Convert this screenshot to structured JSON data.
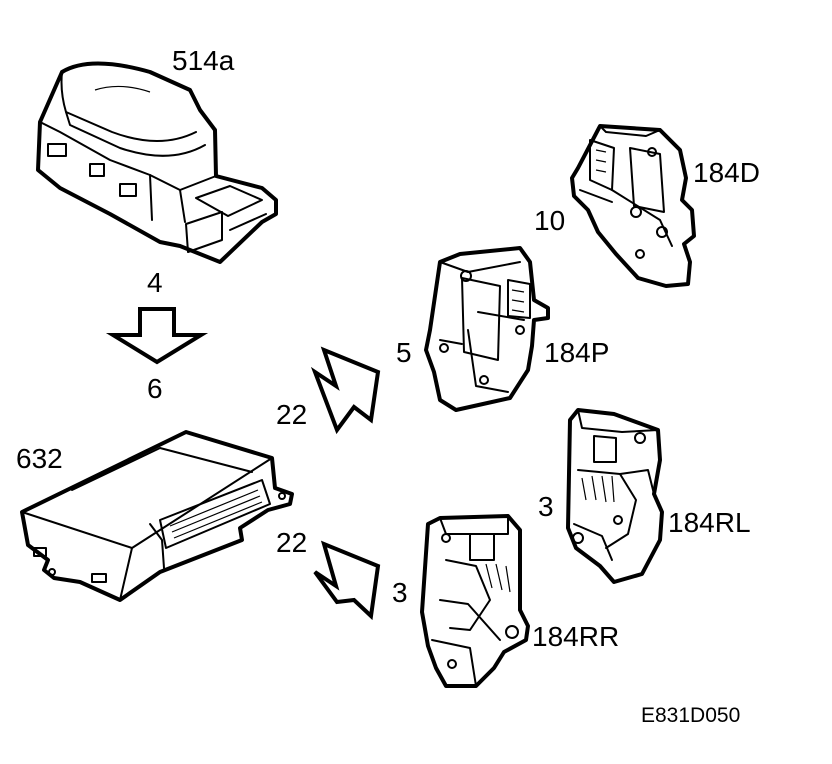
{
  "labels": {
    "switch_main": "514a",
    "flow_top": "4",
    "flow_bottom": "6",
    "module": "632",
    "connector_upper": "22",
    "connector_lower": "22",
    "pins_184d": "10",
    "part_184d": "184D",
    "pins_184p": "5",
    "part_184p": "184P",
    "pins_184rl": "3",
    "part_184rl": "184RL",
    "pins_184rr": "3",
    "part_184rr": "184RR"
  },
  "figure_code": "E831D050"
}
